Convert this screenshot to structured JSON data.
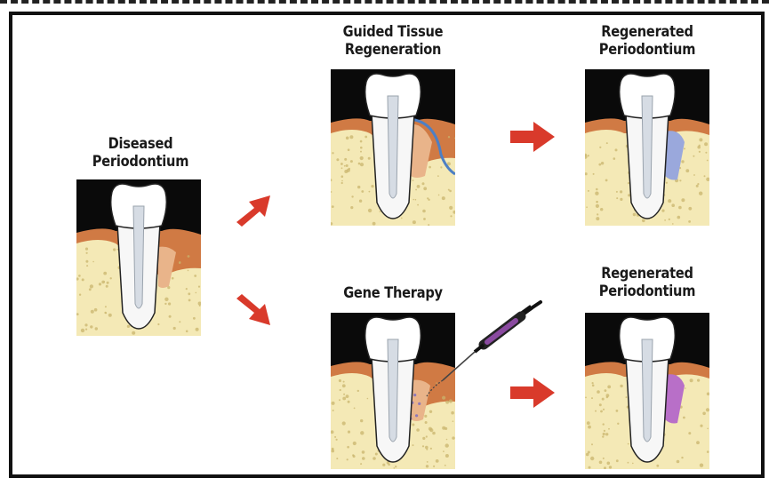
{
  "labels": {
    "diseased_1": "Diseased",
    "diseased_2": "Periodontium",
    "gtr_1": "Guided Tissue",
    "gtr_2": "Regeneration",
    "regen_top_1": "Regenerated",
    "regen_top_2": "Periodontium",
    "gene": "Gene Therapy",
    "regen_bot_1": "Regenerated",
    "regen_bot_2": "Periodontium"
  },
  "colors": {
    "background_black": "#0a0a0a",
    "bone": "#f4e9b6",
    "bone_dots": "#c9b46c",
    "gum": "#d07a44",
    "gum_light": "#e9b48a",
    "tooth": "#f7f7f7",
    "arrow": "#d93a2b",
    "membrane": "#4d7fc4",
    "regen_blue": "#9aa8dc",
    "regen_purple": "#b86fc8",
    "syringe": "#7a3d8f"
  }
}
